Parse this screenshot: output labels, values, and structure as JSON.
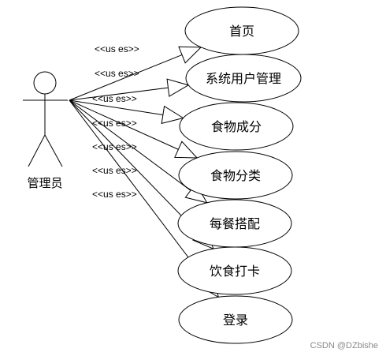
{
  "actor": {
    "name": "管理员"
  },
  "relationship_label": "<<us es>>",
  "use_cases": [
    {
      "id": "home",
      "label": "首页"
    },
    {
      "id": "user-mgmt",
      "label": "系统用户管理"
    },
    {
      "id": "food-ingredients",
      "label": "食物成分"
    },
    {
      "id": "food-category",
      "label": "食物分类"
    },
    {
      "id": "meal-pairing",
      "label": "每餐搭配"
    },
    {
      "id": "diet-checkin",
      "label": "饮食打卡"
    },
    {
      "id": "login",
      "label": "登录"
    }
  ],
  "watermark": "CSDN @DZbishe"
}
